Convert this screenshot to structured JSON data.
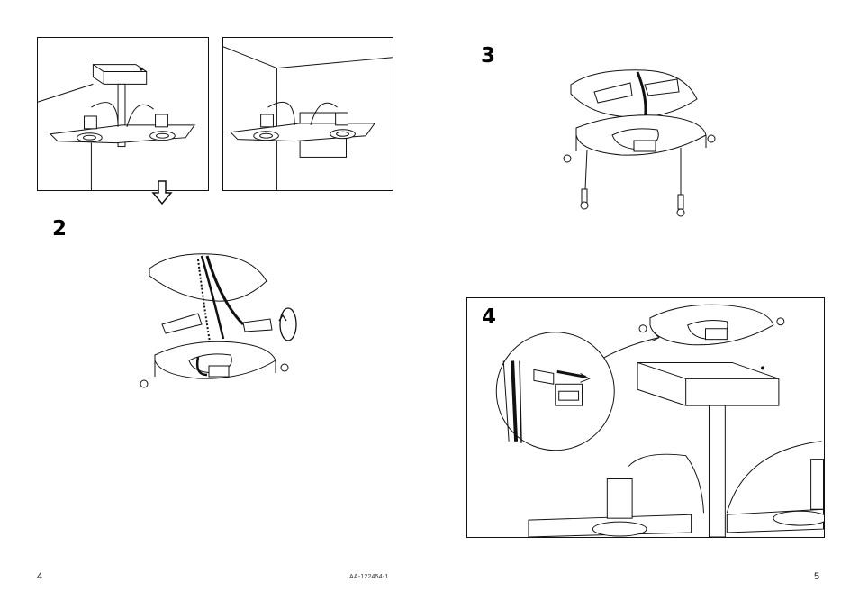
{
  "steps": {
    "step2": "2",
    "step3": "3",
    "step4": "4"
  },
  "footer": {
    "page_left": "4",
    "page_right": "5",
    "doc_code": "AA-122454-1"
  },
  "icons": {
    "down_arrow": "hollow-down-arrow-icon",
    "rotate": "rotate-arrow-icon"
  }
}
